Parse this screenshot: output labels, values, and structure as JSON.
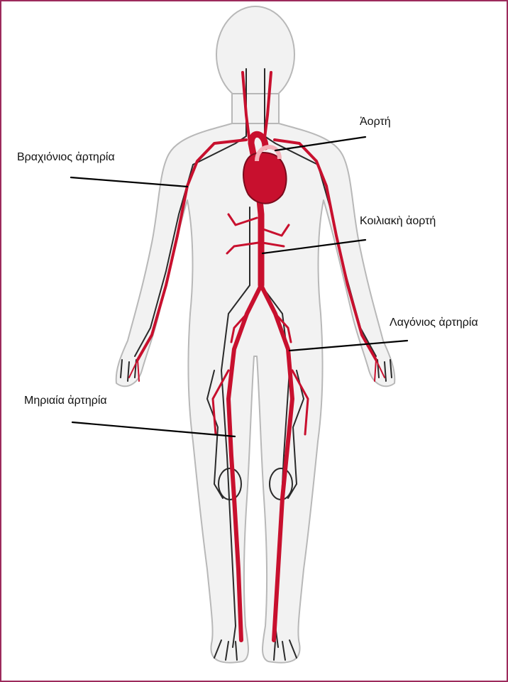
{
  "diagram": {
    "labels": {
      "aorta": "Ἀορτή",
      "brachial_artery": "Βραχιόνιος ἀρτηρία",
      "celiac_aorta": "Κοιλιακὴ ἀορτή",
      "iliac_artery": "Λαγόνιος ἀρτηρία",
      "femoral_artery": "Μηριαία ἀρτηρία"
    },
    "colors": {
      "frame_border": "#9c2a5c",
      "artery": "#c8102e",
      "vein": "#2a2a2a",
      "body_outline": "#b8b8b8",
      "body_fill": "#f2f2f2"
    }
  }
}
